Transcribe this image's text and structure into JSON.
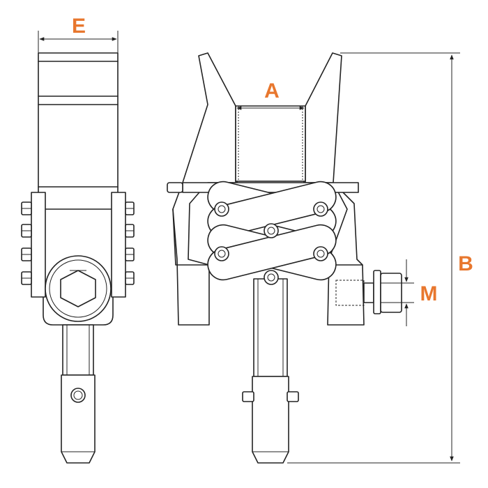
{
  "diagram": {
    "accent_color": "#e8772e",
    "labels": {
      "E": "E",
      "A": "A",
      "B": "B",
      "M": "M"
    }
  }
}
